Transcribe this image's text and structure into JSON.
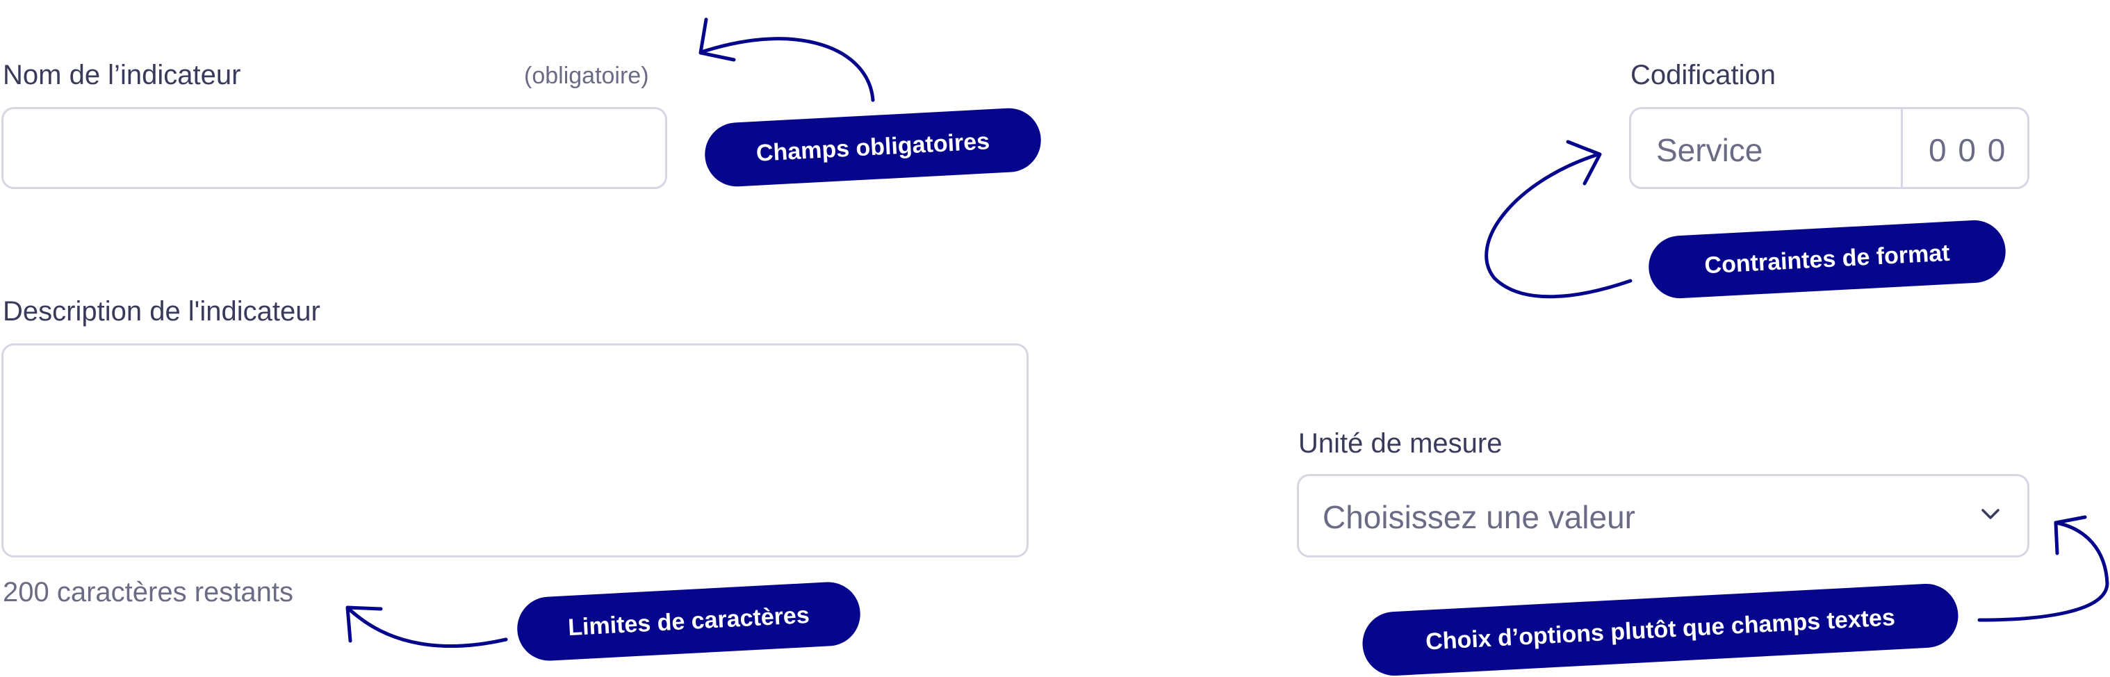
{
  "indicator_name": {
    "label": "Nom de l’indicateur",
    "required_hint": "(obligatoire)",
    "value": ""
  },
  "indicator_description": {
    "label": "Description de l'indicateur",
    "value": "",
    "counter": "200 caractères restants"
  },
  "codification": {
    "label": "Codification",
    "service_placeholder": "Service",
    "code_placeholder": "0 0 0"
  },
  "unit": {
    "label": "Unité de mesure",
    "placeholder": "Choisissez une valeur"
  },
  "annotations": {
    "required": "Champs obligatoires",
    "format": "Contraintes de format",
    "limits": "Limites de caractères",
    "options": "Choix d’options plutôt que champs textes"
  },
  "colors": {
    "accent": "#06068c",
    "border": "#d6d6e4",
    "text": "#3a3a5c"
  },
  "icons": {
    "select_chevron": "chevron-down-icon"
  }
}
